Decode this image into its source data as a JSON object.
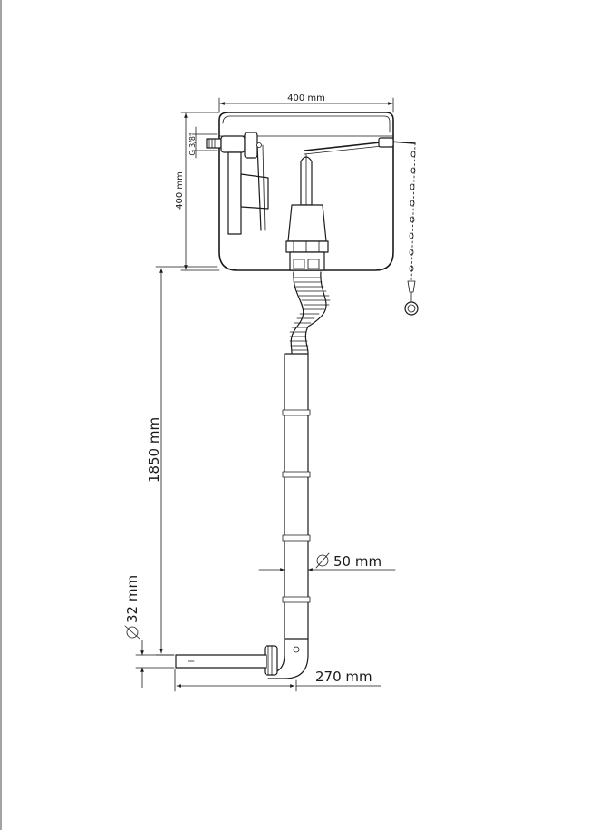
{
  "dimensions": {
    "tank_width": "400 mm",
    "tank_height": "400 mm",
    "inlet_thread": "G 3/8\"",
    "pipe_length": "1850 mm",
    "pipe_diameter": "50 mm",
    "outlet_diameter": "32 mm",
    "outlet_length": "270 mm"
  },
  "colors": {
    "line": "#1a1a1a",
    "background": "#ffffff"
  }
}
